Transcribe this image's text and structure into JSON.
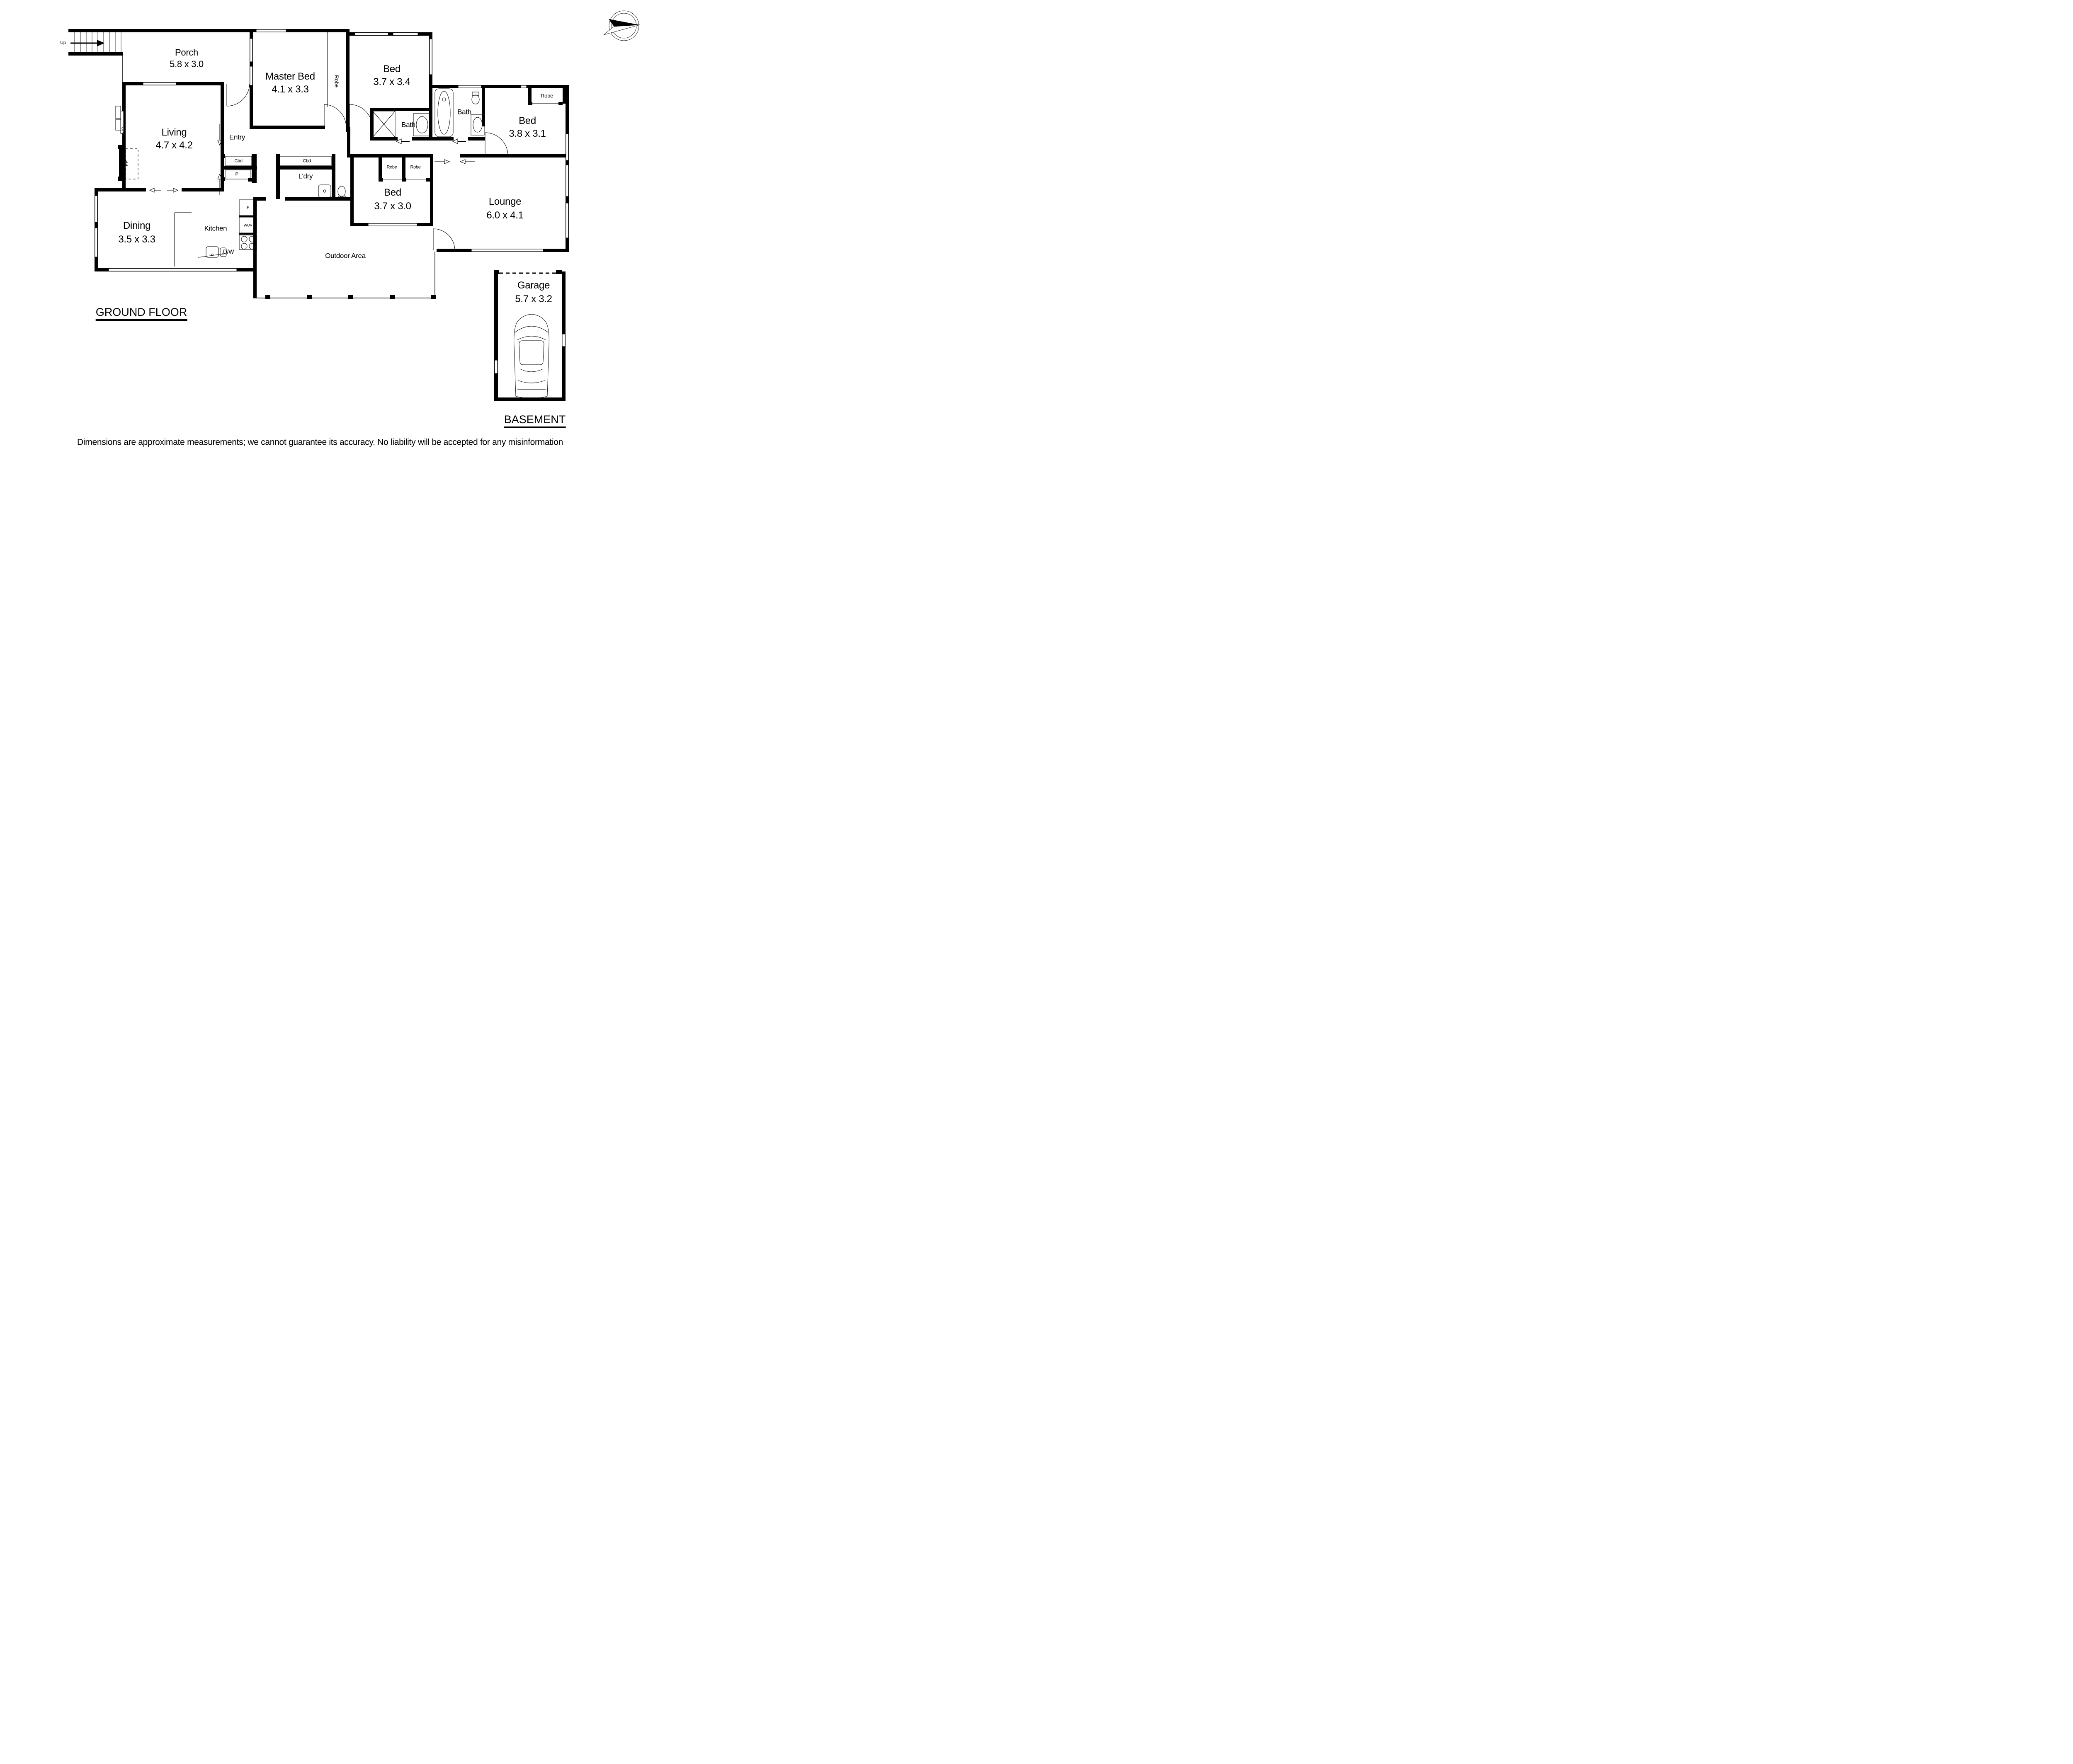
{
  "titles": {
    "ground_floor": "GROUND FLOOR",
    "basement": "BASEMENT"
  },
  "rooms": {
    "porch": {
      "name": "Porch",
      "dims": "5.8 x 3.0"
    },
    "master_bed": {
      "name": "Master Bed",
      "dims": "4.1 x 3.3"
    },
    "bed2": {
      "name": "Bed",
      "dims": "3.7 x 3.4"
    },
    "bed3": {
      "name": "Bed",
      "dims": "3.8 x 3.1"
    },
    "bed4": {
      "name": "Bed",
      "dims": "3.7 x 3.0"
    },
    "living": {
      "name": "Living",
      "dims": "4.7 x 4.2"
    },
    "dining": {
      "name": "Dining",
      "dims": "3.5 x 3.3"
    },
    "lounge": {
      "name": "Lounge",
      "dims": "6.0 x 4.1"
    },
    "garage": {
      "name": "Garage",
      "dims": "5.7 x 3.2"
    },
    "kitchen": {
      "name": "Kitchen"
    },
    "entry": {
      "name": "Entry"
    },
    "laundry": {
      "name": "L’dry"
    },
    "bath_main": {
      "name": "Bath"
    },
    "bath_second": {
      "name": "Bath"
    },
    "outdoor": {
      "name": "Outdoor Area"
    }
  },
  "closets": {
    "robe_master": "Robe",
    "robe_bed3": "Robe",
    "robe_hall_1": "Robe",
    "robe_hall_2": "Robe",
    "cbd_entry": "Cbd",
    "cbd_hall": "Cbd",
    "pantry": "P"
  },
  "appliances": {
    "fridge": "F",
    "wall_oven": "WOV",
    "dishwasher": "D/W"
  },
  "features": {
    "fireplace": "FP",
    "air_conditioner": "A/C"
  },
  "stairs": {
    "up": "Up"
  },
  "footer": {
    "disclaimer": "Dimensions are approximate measurements; we cannot guarantee its accuracy. No liability will be accepted for any misinformation"
  },
  "colors": {
    "line": "#000000",
    "background": "#ffffff"
  }
}
